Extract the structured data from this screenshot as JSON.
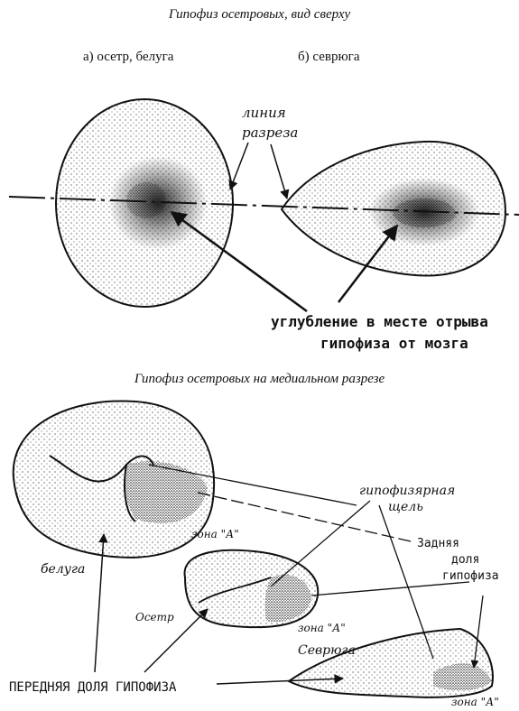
{
  "top": {
    "caption": "Гипофиз осетровых, вид сверху",
    "label_a": "а) осетр, белуга",
    "label_b": "б) севрюга",
    "cut_line": [
      "линия",
      "разреза"
    ],
    "depression": [
      "углубление в месте отрыва",
      "гипофиза от мозга"
    ]
  },
  "bottom": {
    "caption": "Гипофиз осетровых на медиальном разрезе",
    "cleft": [
      "гипофизярная",
      "щель"
    ],
    "posterior_lobe": [
      "Задняя",
      "доля",
      "гипофиза"
    ],
    "zone": "зона \"А\"",
    "beluga": "белуга",
    "osetr": "Осетр",
    "sevryuga": "Севрюга",
    "anterior_lobe": "ПЕРЕДНЯЯ ДОЛЯ ГИПОФИЗА"
  },
  "colors": {
    "ink": "#111111",
    "stipple": "#222222"
  }
}
